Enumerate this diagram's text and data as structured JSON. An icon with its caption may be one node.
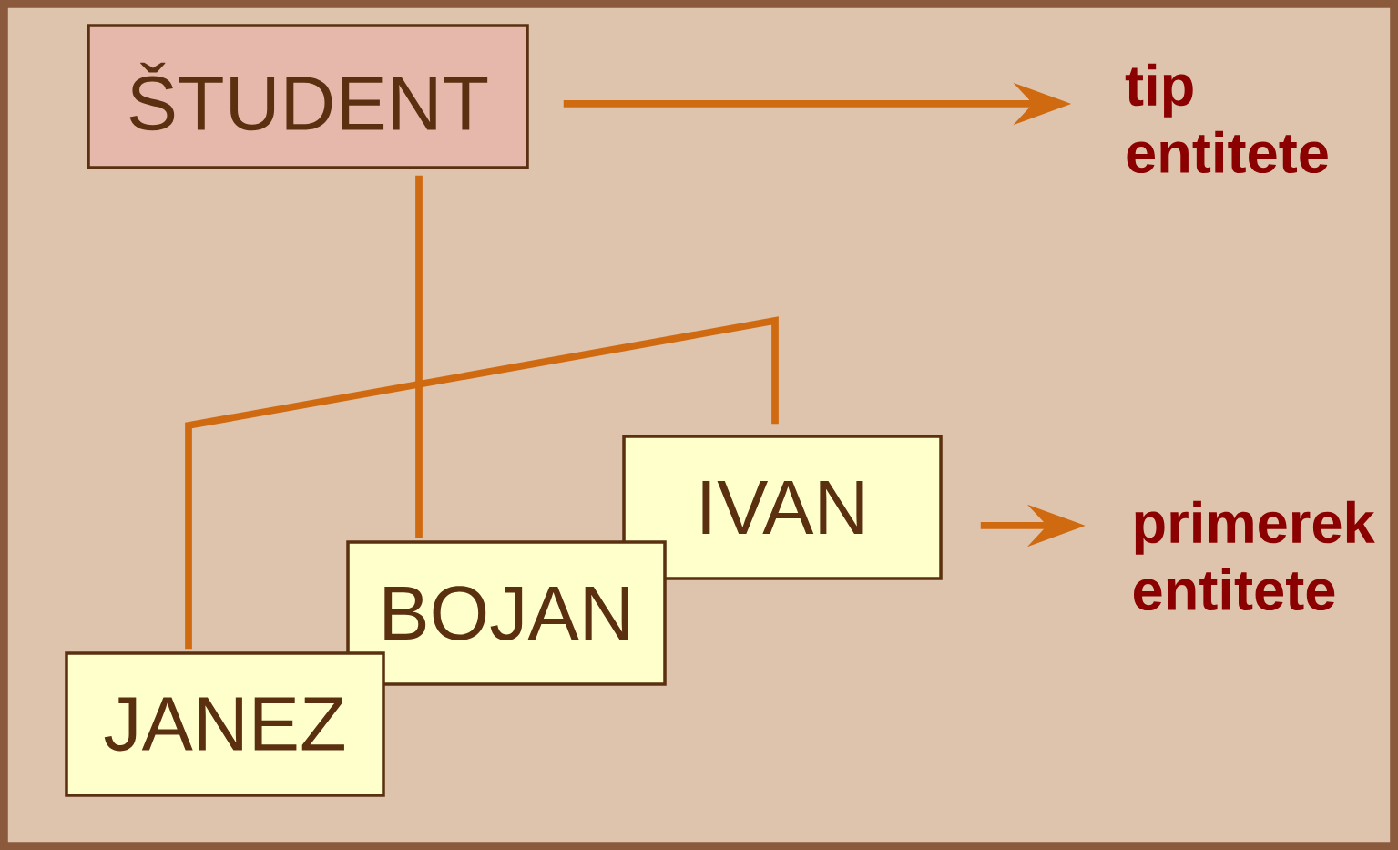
{
  "diagram": {
    "nodes": [
      {
        "text": [
          "ŠTUDENT"
        ]
      },
      {
        "text": [
          "tip entitete"
        ]
      },
      {
        "text": [
          "IVAN"
        ]
      },
      {
        "text": [
          "BOJAN"
        ]
      },
      {
        "text": [
          "JANEZ"
        ]
      },
      {
        "text": [
          "primerek entitete"
        ]
      }
    ],
    "edges": [
      {
        "from": 0,
        "to": 1,
        "arrow": "to"
      },
      {
        "from": 0,
        "to": 3,
        "arrow": "none"
      },
      {
        "from": 4,
        "to": 2,
        "arrow": "none"
      },
      {
        "from": 2,
        "to": 5,
        "arrow": "to"
      }
    ]
  }
}
